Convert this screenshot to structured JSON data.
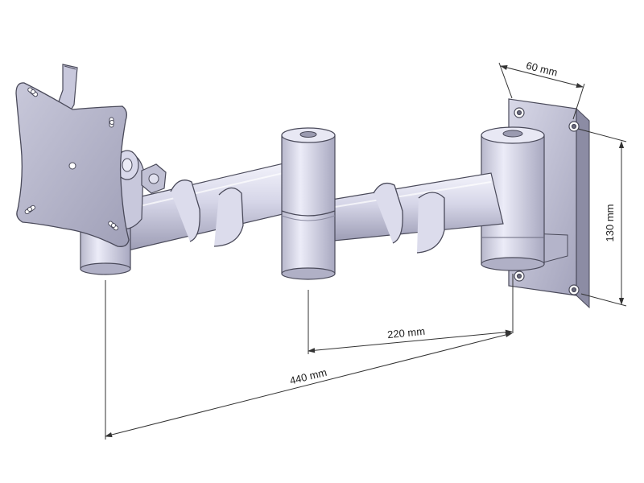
{
  "dimensions": {
    "plate_width": "60 mm",
    "plate_height": "130 mm",
    "second_arm_length": "220 mm",
    "total_reach": "440 mm"
  },
  "colors": {
    "metal_light": "#e4e4f2",
    "metal_mid": "#c4c4d8",
    "metal_dark": "#9a9ab0",
    "outline": "#4a4a5a",
    "dimension_line": "#333333"
  }
}
